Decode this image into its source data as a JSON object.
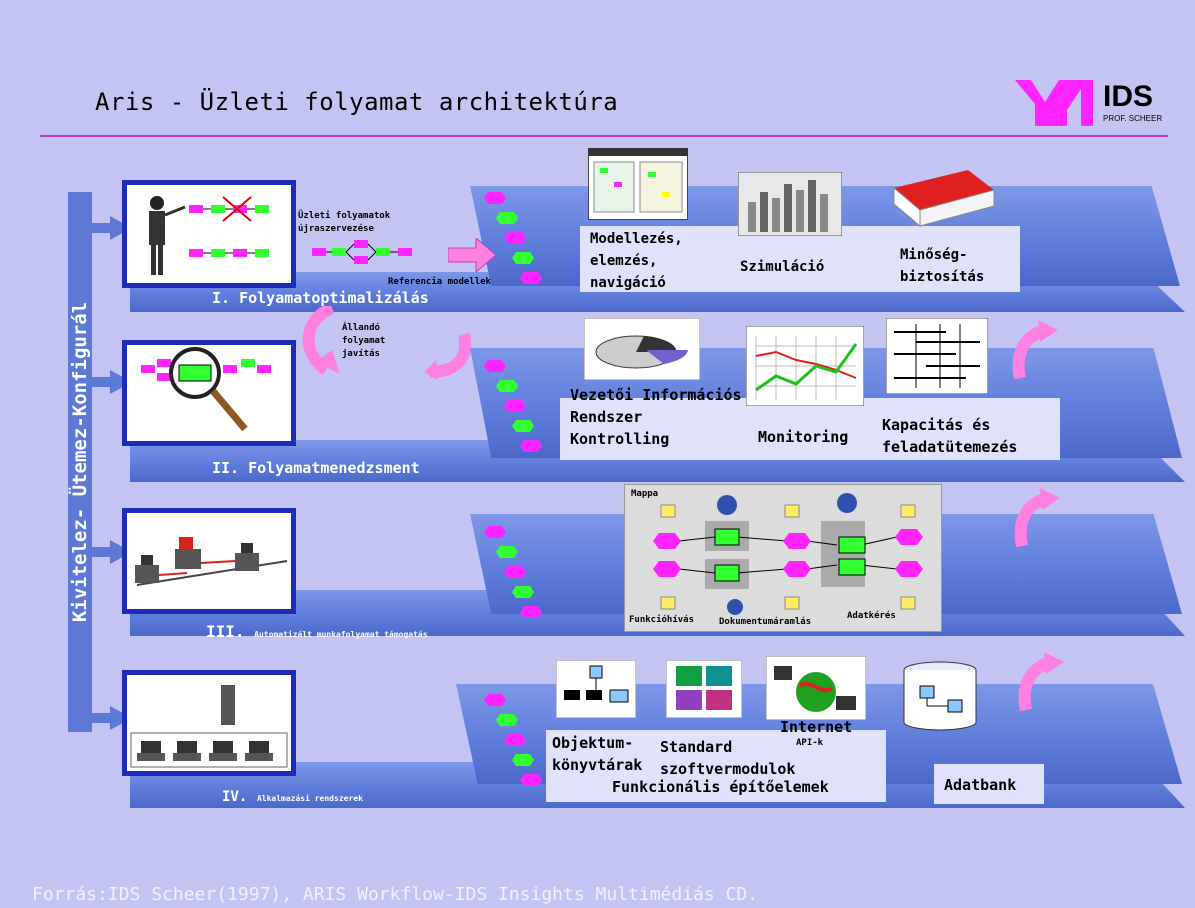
{
  "header": {
    "title": "Aris - Üzleti folyamat architektúra",
    "logo_text": "IDS",
    "logo_sub": "PROF. SCHEER"
  },
  "side": {
    "label": "Kivitelez- Ütemez-Konfigurál"
  },
  "levels": [
    {
      "label": "I. Folyamatoptimalizálás",
      "annotation": "Üzleti folyamatok újraszervezése",
      "ref_models": "Referencia modellek",
      "items": [
        "Modellezés, elemzés, navigáció",
        "Szimuláció",
        "Minőség-biztosítás"
      ]
    },
    {
      "label": "II. Folyamatmenedzsment",
      "annotation": "Állandó folyamat javítás",
      "items": [
        "Vezetői Információs Rendszer",
        "Kontrolling",
        "Monitoring",
        "Kapacitás és feladatütemezés"
      ]
    },
    {
      "label_numeral": "III.",
      "label": "Automatizált munkafolyamat támogatás",
      "workflow_labels": [
        "Mappa",
        "Funkcióhívás",
        "Dokumentumáramlás",
        "Adatkérés"
      ]
    },
    {
      "label_numeral": "IV.",
      "label": "Alkalmazási rendszerek",
      "items": [
        "Objektum-könyvtárak",
        "Standard szoftvermodulok",
        "Internet",
        "API-k",
        "Funkcionális építőelemek",
        "Adatbank"
      ]
    }
  ],
  "footer": {
    "source": "Forrás:IDS Scheer(1997), ARIS Workflow-IDS Insights Multimédiás CD."
  },
  "colors": {
    "background": "#c4c4f2",
    "band": "#5f7edc",
    "frame": "#1c2cb8",
    "rule": "#c03cc0",
    "magenta": "#ff24ff",
    "green": "#30ff30"
  }
}
